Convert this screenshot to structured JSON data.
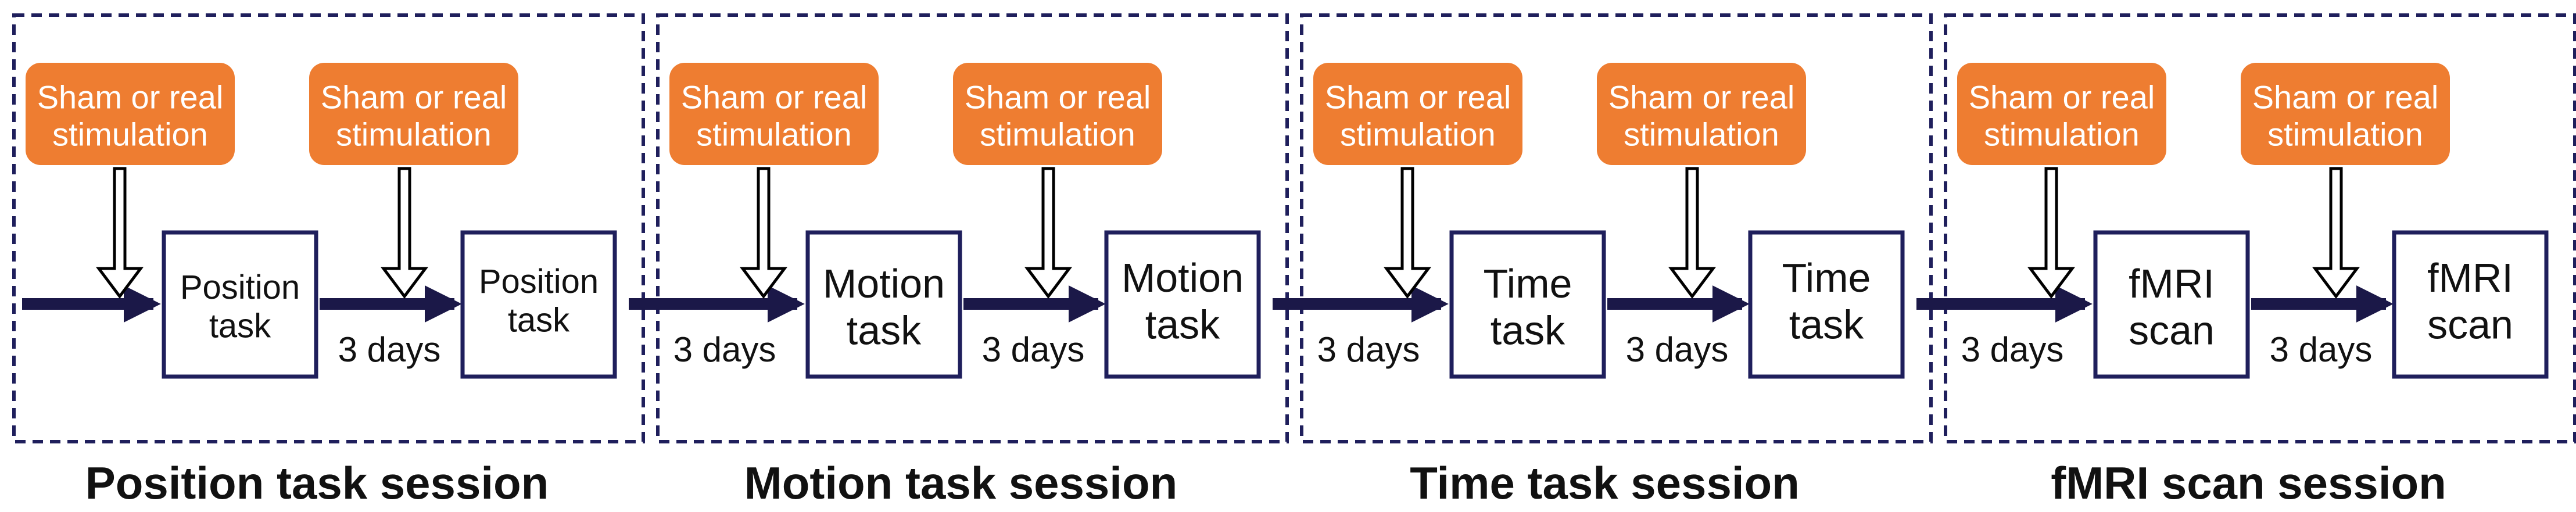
{
  "stimulus_label": [
    "Sham or real",
    "stimulation"
  ],
  "interval_label": "3 days",
  "sessions": [
    {
      "title": "Position task session",
      "task": [
        "Position",
        "task"
      ]
    },
    {
      "title": "Motion task session",
      "task": [
        "Motion",
        "task"
      ]
    },
    {
      "title": "Time task session",
      "task": [
        "Time",
        "task"
      ]
    },
    {
      "title": "fMRI scan session",
      "task": [
        "fMRI",
        "scan"
      ]
    }
  ],
  "colors": {
    "dashed_border": "#1f1f5c",
    "arrow": "#1b1848",
    "stimulus_fill": "#ee7d31",
    "box_border": "#1f1f5c"
  }
}
